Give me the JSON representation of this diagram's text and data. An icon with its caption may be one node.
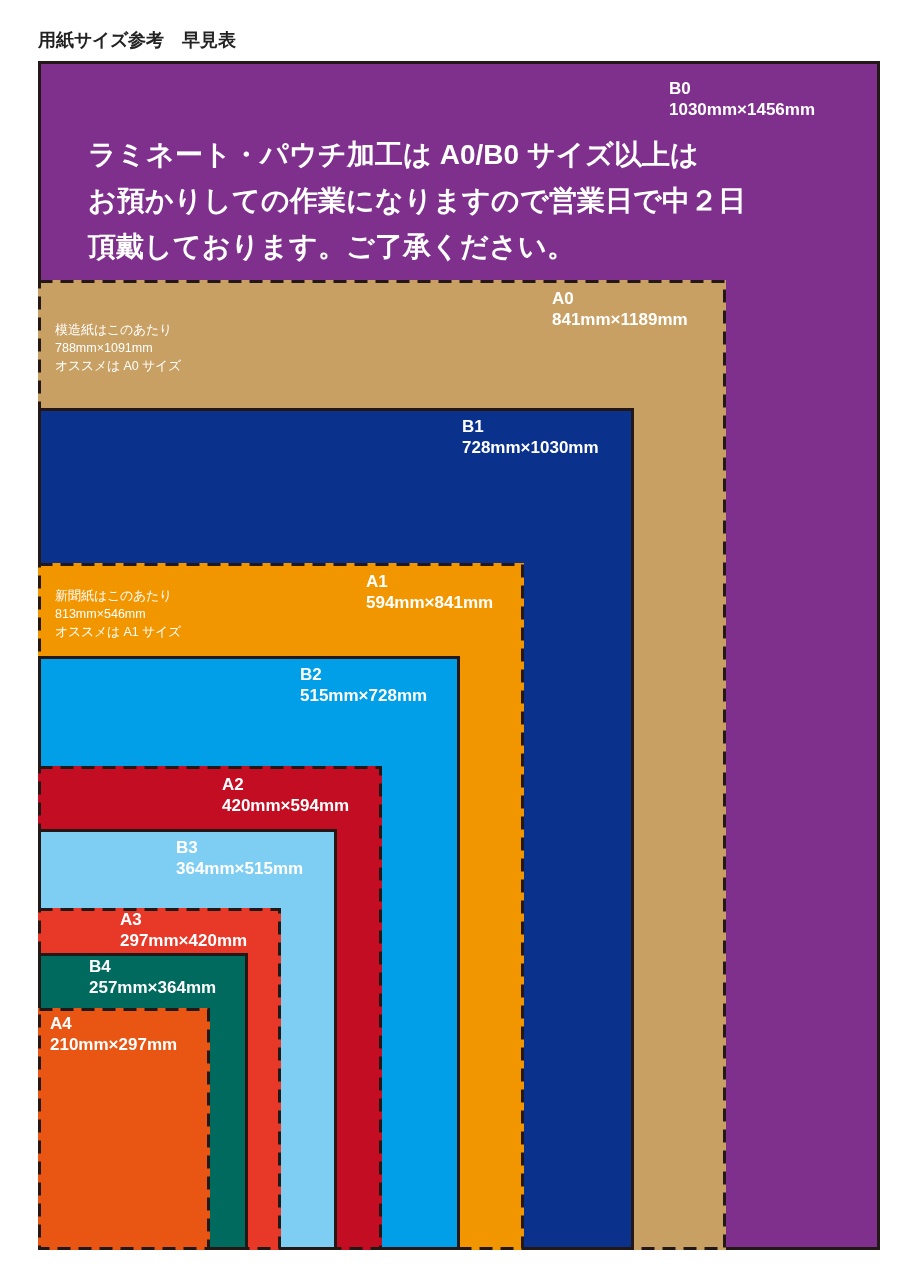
{
  "diagram": {
    "title": "用紙サイズ参考　早見表",
    "nodes": [
      {
        "text": [
          "B0",
          "1030mm×1456mm",
          "ラミネート・パウチ加工は A0/B0 サイズ以上は",
          "お預かりしての作業になりますので営業日で中２日",
          "頂戴しております。ご了承ください。"
        ]
      },
      {
        "text": [
          "A0",
          "841mm×1189mm",
          "模造紙はこのあたり",
          "788mm×1091mm",
          "オススメは A0 サイズ"
        ],
        "in": 0
      },
      {
        "text": [
          "B1",
          "728mm×1030mm"
        ],
        "in": 1
      },
      {
        "text": [
          "A1",
          "594mm×841mm",
          "新聞紙はこのあたり",
          "813mm×546mm",
          "オススメは A1 サイズ"
        ],
        "in": 2
      },
      {
        "text": [
          "B2",
          "515mm×728mm"
        ],
        "in": 3
      },
      {
        "text": [
          "A2",
          "420mm×594mm"
        ],
        "in": 4
      },
      {
        "text": [
          "B3",
          "364mm×515mm"
        ],
        "in": 5
      },
      {
        "text": [
          "A3",
          "297mm×420mm"
        ],
        "in": 6
      },
      {
        "text": [
          "B4",
          "257mm×364mm"
        ],
        "in": 7
      },
      {
        "text": [
          "A4",
          "210mm×297mm"
        ],
        "in": 8
      }
    ]
  }
}
